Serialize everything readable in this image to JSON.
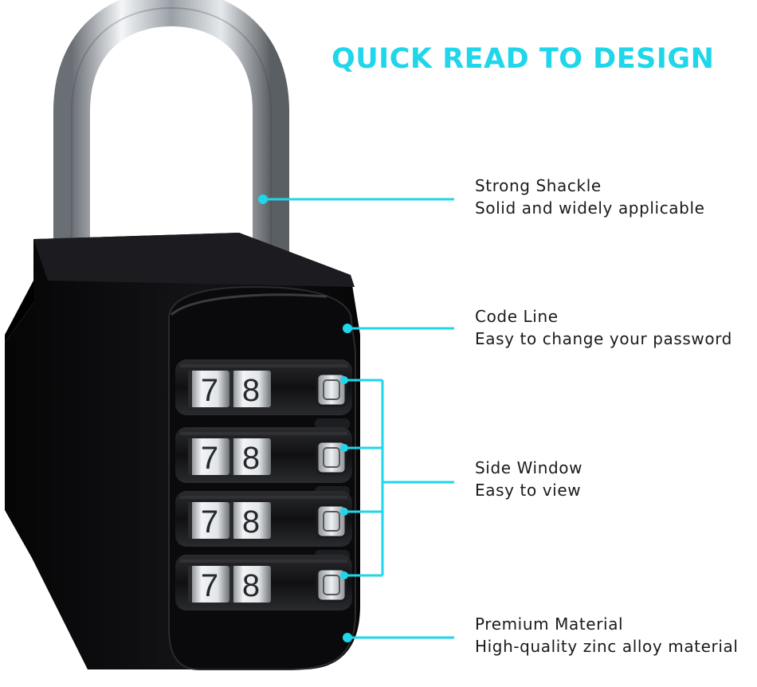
{
  "headline": "QUICK READ TO DESIGN",
  "colors": {
    "accent": "#1fd6ea",
    "lock_body": "#0c0c0e",
    "shackle": "#c8cdd2",
    "text": "#1a1a1a"
  },
  "dial_digits": [
    "7",
    "8"
  ],
  "features": [
    {
      "title": "Strong Shackle",
      "description": "Solid and widely applicable"
    },
    {
      "title": "Code Line",
      "description": "Easy to change your password"
    },
    {
      "title": "Side Window",
      "description": "Easy to view"
    },
    {
      "title": "Premium Material",
      "description": "High-quality zinc alloy material"
    }
  ]
}
